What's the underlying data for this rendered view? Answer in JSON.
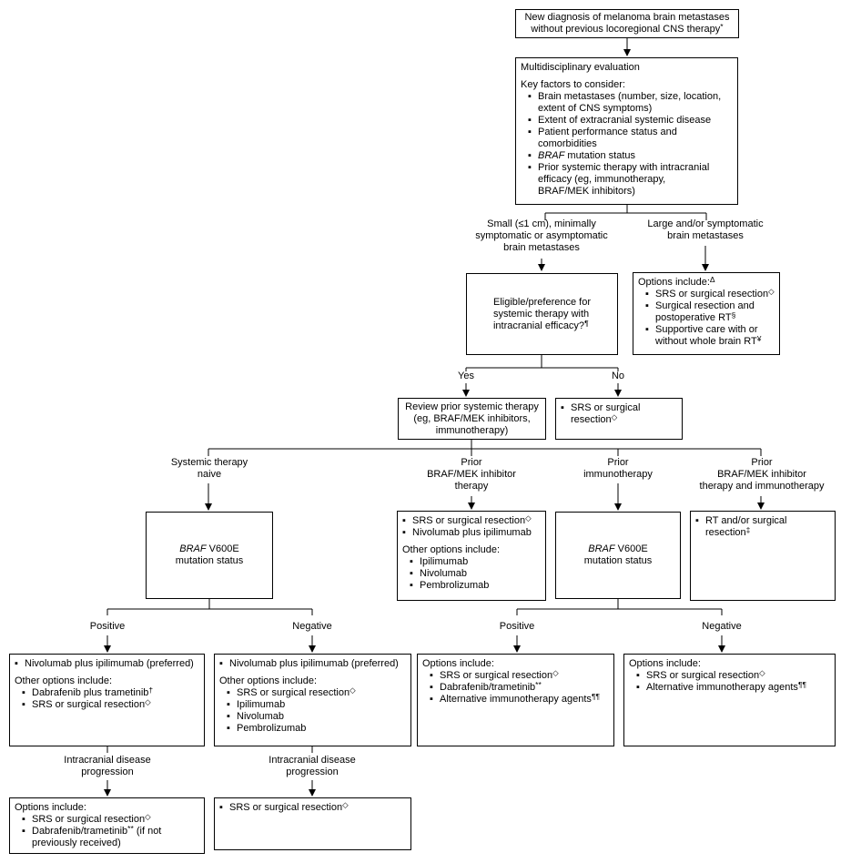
{
  "icons": {
    "bullet": "▪"
  },
  "nodes": {
    "start": {
      "line1": "New diagnosis of melanoma brain metastases",
      "line2": "without previous locoregional CNS therapy",
      "sup": "*"
    },
    "evaluation": {
      "title": "Multidisciplinary evaluation",
      "subtitle": "Key factors to consider:",
      "b1": {
        "l1": "Brain metastases (number, size, location,",
        "l2": "extent of CNS symptoms)"
      },
      "b2": {
        "l1": "Extent of extracranial systemic disease"
      },
      "b3": {
        "l1": "Patient performance status and",
        "l2": "comorbidities"
      },
      "b4": {
        "it": "BRAF",
        "rest": " mutation status"
      },
      "b5": {
        "l1": "Prior systemic therapy with intracranial",
        "l2": "efficacy (eg, immunotherapy,",
        "l3": "BRAF/MEK inhibitors)"
      }
    },
    "label_small": {
      "l1": "Small (≤1 cm), minimally",
      "l2": "symptomatic or asymptomatic",
      "l3": "brain metastases"
    },
    "label_large": {
      "l1": "Large and/or symptomatic",
      "l2": "brain metastases"
    },
    "eligible": {
      "l1": "Eligible/preference for",
      "l2": "systemic therapy with",
      "l3": "intracranial efficacy?",
      "sup": "¶"
    },
    "options_large": {
      "title": "Options include:",
      "title_sup": "Δ",
      "b1": {
        "text": "SRS or surgical resection",
        "sup": "◇"
      },
      "b2": {
        "l1": "Surgical resection and",
        "l2": "postoperative RT",
        "sup": "§"
      },
      "b3": {
        "l1": "Supportive care with or",
        "l2": "without whole brain RT",
        "sup": "¥"
      }
    },
    "label_yes": "Yes",
    "label_no": "No",
    "review": {
      "l1": "Review prior systemic therapy",
      "l2": "(eg, BRAF/MEK inhibitors,",
      "l3": "immunotherapy)"
    },
    "srs_small_no": {
      "b1": {
        "l1": "SRS or surgical",
        "l2": "resection",
        "sup": "◇"
      }
    },
    "label_naive": {
      "l1": "Systemic therapy",
      "l2": "naive"
    },
    "label_prior_braf": {
      "l1": "Prior",
      "l2": "BRAF/MEK inhibitor",
      "l3": "therapy"
    },
    "label_prior_immuno": {
      "l1": "Prior",
      "l2": "immunotherapy"
    },
    "label_prior_both": {
      "l1": "Prior",
      "l2": "BRAF/MEK inhibitor",
      "l3": "therapy and immunotherapy"
    },
    "braf_status_naive": {
      "it": "BRAF",
      "rest": " V600E",
      "l2": "mutation status"
    },
    "prior_braf_box": {
      "b1": {
        "text": "SRS or surgical resection",
        "sup": "◇"
      },
      "b2": {
        "text": "Nivolumab plus ipilimumab"
      },
      "other": "Other options include:",
      "b3": {
        "text": "Ipilimumab"
      },
      "b4": {
        "text": "Nivolumab"
      },
      "b5": {
        "text": "Pembrolizumab"
      }
    },
    "braf_status_immuno": {
      "it": "BRAF",
      "rest": " V600E",
      "l2": "mutation status"
    },
    "rt_box": {
      "b1": {
        "l1": "RT and/or surgical",
        "l2": "resection",
        "sup": "‡"
      }
    },
    "label_positive1": "Positive",
    "label_negative1": "Negative",
    "label_positive2": "Positive",
    "label_negative2": "Negative",
    "naive_positive": {
      "b1": {
        "text": "Nivolumab plus ipilimumab (preferred)"
      },
      "other": "Other options include:",
      "b2": {
        "text": "Dabrafenib plus trametinib",
        "sup": "†"
      },
      "b3": {
        "text": "SRS or surgical resection",
        "sup": "◇"
      }
    },
    "naive_negative": {
      "b1": {
        "text": "Nivolumab plus ipilimumab (preferred)"
      },
      "other": "Other options include:",
      "b2": {
        "text": "SRS or surgical resection",
        "sup": "◇"
      },
      "b3": {
        "text": "Ipilimumab"
      },
      "b4": {
        "text": "Nivolumab"
      },
      "b5": {
        "text": "Pembrolizumab"
      }
    },
    "immuno_positive": {
      "title": "Options include:",
      "b1": {
        "text": "SRS or surgical resection",
        "sup": "◇"
      },
      "b2": {
        "text": "Dabrafenib/trametinib",
        "sup": "**"
      },
      "b3": {
        "text": "Alternative immunotherapy agents",
        "sup": "¶¶"
      }
    },
    "immuno_negative": {
      "title": "Options include:",
      "b1": {
        "text": "SRS or surgical resection",
        "sup": "◇"
      },
      "b2": {
        "text": "Alternative immunotherapy agents",
        "sup": "¶¶"
      }
    },
    "label_icp1": {
      "l1": "Intracranial disease",
      "l2": "progression"
    },
    "label_icp2": {
      "l1": "Intracranial disease",
      "l2": "progression"
    },
    "icp_positive": {
      "title": "Options include:",
      "b1": {
        "text": "SRS or surgical resection",
        "sup": "◇"
      },
      "b2": {
        "pre": "Dabrafenib/trametinib",
        "sup": "**",
        "post": " (if not",
        "l2": "previously received)"
      }
    },
    "icp_negative": {
      "b1": {
        "text": "SRS or surgical resection",
        "sup": "◇"
      }
    }
  }
}
